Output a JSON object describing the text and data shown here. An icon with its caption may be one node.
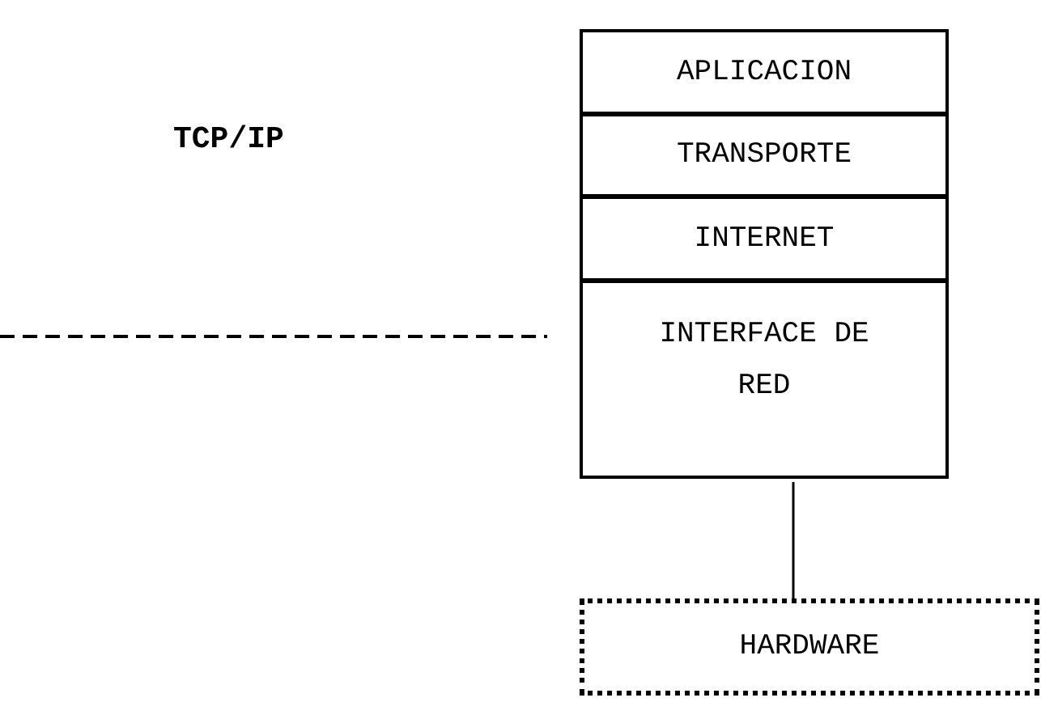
{
  "diagram": {
    "nodes": [
      {
        "text": [
          "APLICACION"
        ]
      },
      {
        "text": [
          "TRANSPORTE"
        ]
      },
      {
        "text": [
          "INTERNET"
        ]
      },
      {
        "text": [
          "INTERFACE DE RED"
        ]
      },
      {
        "text": [
          "HARDWARE"
        ]
      }
    ],
    "edges": [
      {
        "from": 3,
        "to": 4,
        "arrow": "none"
      }
    ],
    "labels": [
      "TCP/IP"
    ]
  }
}
